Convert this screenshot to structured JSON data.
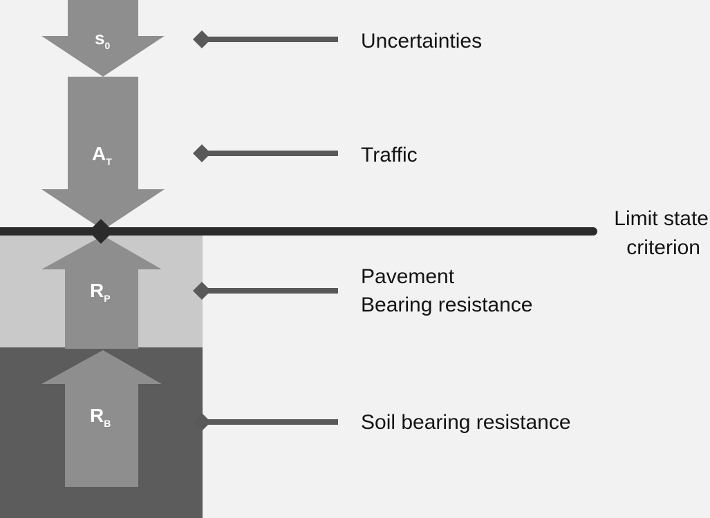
{
  "diagram": {
    "arrows": [
      {
        "id": "s0",
        "symbol": "s",
        "subscript": "0",
        "direction": "down"
      },
      {
        "id": "at",
        "symbol": "A",
        "subscript": "T",
        "direction": "down"
      },
      {
        "id": "rp",
        "symbol": "R",
        "subscript": "P",
        "direction": "up"
      },
      {
        "id": "rb",
        "symbol": "R",
        "subscript": "B",
        "direction": "up"
      }
    ],
    "labels": {
      "uncertainties": "Uncertainties",
      "traffic": "Traffic",
      "pavement_line1": "Pavement",
      "pavement_line2": "Bearing resistance",
      "soil": "Soil bearing resistance",
      "limit_line1": "Limit state",
      "limit_line2": "criterion"
    },
    "colors": {
      "background": "#f2f2f2",
      "pavement_layer": "#c9c9c9",
      "soil_layer": "#5c5c5c",
      "arrow_fill": "#8e8e8e",
      "pointer": "#595959",
      "limit_line": "#2b2b2b",
      "label_text": "#141414",
      "symbol_text": "#ffffff"
    }
  }
}
